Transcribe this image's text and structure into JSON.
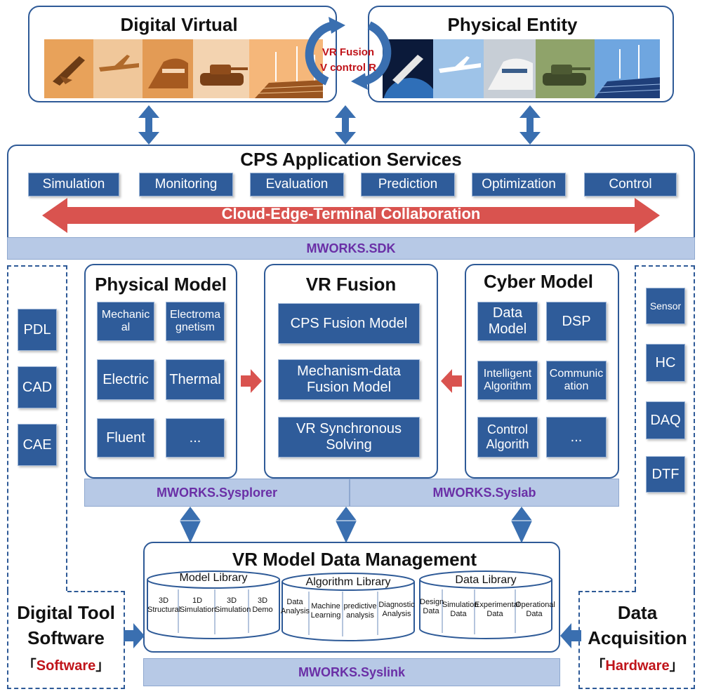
{
  "top": {
    "digital_virtual": "Digital Virtual",
    "physical_entity": "Physical Entity",
    "cycle_line1": "VR Fusion",
    "cycle_line2": "V control R"
  },
  "cps": {
    "title": "CPS Application Services",
    "services": [
      "Simulation",
      "Monitoring",
      "Evaluation",
      "Prediction",
      "Optimization",
      "Control"
    ],
    "collaboration": "Cloud-Edge-Terminal Collaboration",
    "sdk": "MWORKS.SDK"
  },
  "physical_model": {
    "title": "Physical Model",
    "items": [
      "Mechanic al",
      "Electroma gnetism",
      "Electric",
      "Thermal",
      "Fluent",
      "..."
    ]
  },
  "vr_fusion": {
    "title": "VR Fusion",
    "items": [
      "CPS Fusion Model",
      "Mechanism-data Fusion Model",
      "VR Synchronous Solving"
    ]
  },
  "cyber_model": {
    "title": "Cyber Model",
    "items": [
      "Data Model",
      "DSP",
      "Intelligent Algorithm",
      "Communic ation",
      "Control Algorith",
      "..."
    ]
  },
  "bars": {
    "sysplorer": "MWORKS.Sysplorer",
    "syslab": "MWORKS.Syslab",
    "syslink": "MWORKS.Syslink"
  },
  "left_tools": [
    "PDL",
    "CAD",
    "CAE"
  ],
  "right_tools": [
    "Sensor",
    "HC",
    "DAQ",
    "DTF"
  ],
  "data_mgmt": {
    "title": "VR Model Data Management",
    "model_library": {
      "label": "Model Library",
      "items": [
        "3D Structural",
        "1D Simulation",
        "3D Simulation",
        "3D Demo"
      ]
    },
    "algorithm_library": {
      "label": "Algorithm Library",
      "items": [
        "Data Analysis",
        "Machine Learning",
        "predictive analysis",
        "Diagnostic Analysis"
      ]
    },
    "data_library": {
      "label": "Data Library",
      "items": [
        "Design Data",
        "Simulation Data",
        "Experimental Data",
        "Operational Data"
      ]
    }
  },
  "digital_tool": {
    "line1": "Digital Tool",
    "line2": "Software",
    "bracket_open": "「",
    "tag": "Software",
    "bracket_close": "」"
  },
  "data_acq": {
    "line1": "Data",
    "line2": "Acquisition",
    "bracket_open": "「",
    "tag": "Hardware",
    "bracket_close": "」"
  },
  "colors": {
    "box_blue": "#2f5c9a",
    "frame_blue": "#2e5a97",
    "bar_light": "#b7c9e6",
    "bar_text": "#6a2fa6",
    "red_arrow": "#d9534f",
    "tag_red": "#c0141a"
  }
}
